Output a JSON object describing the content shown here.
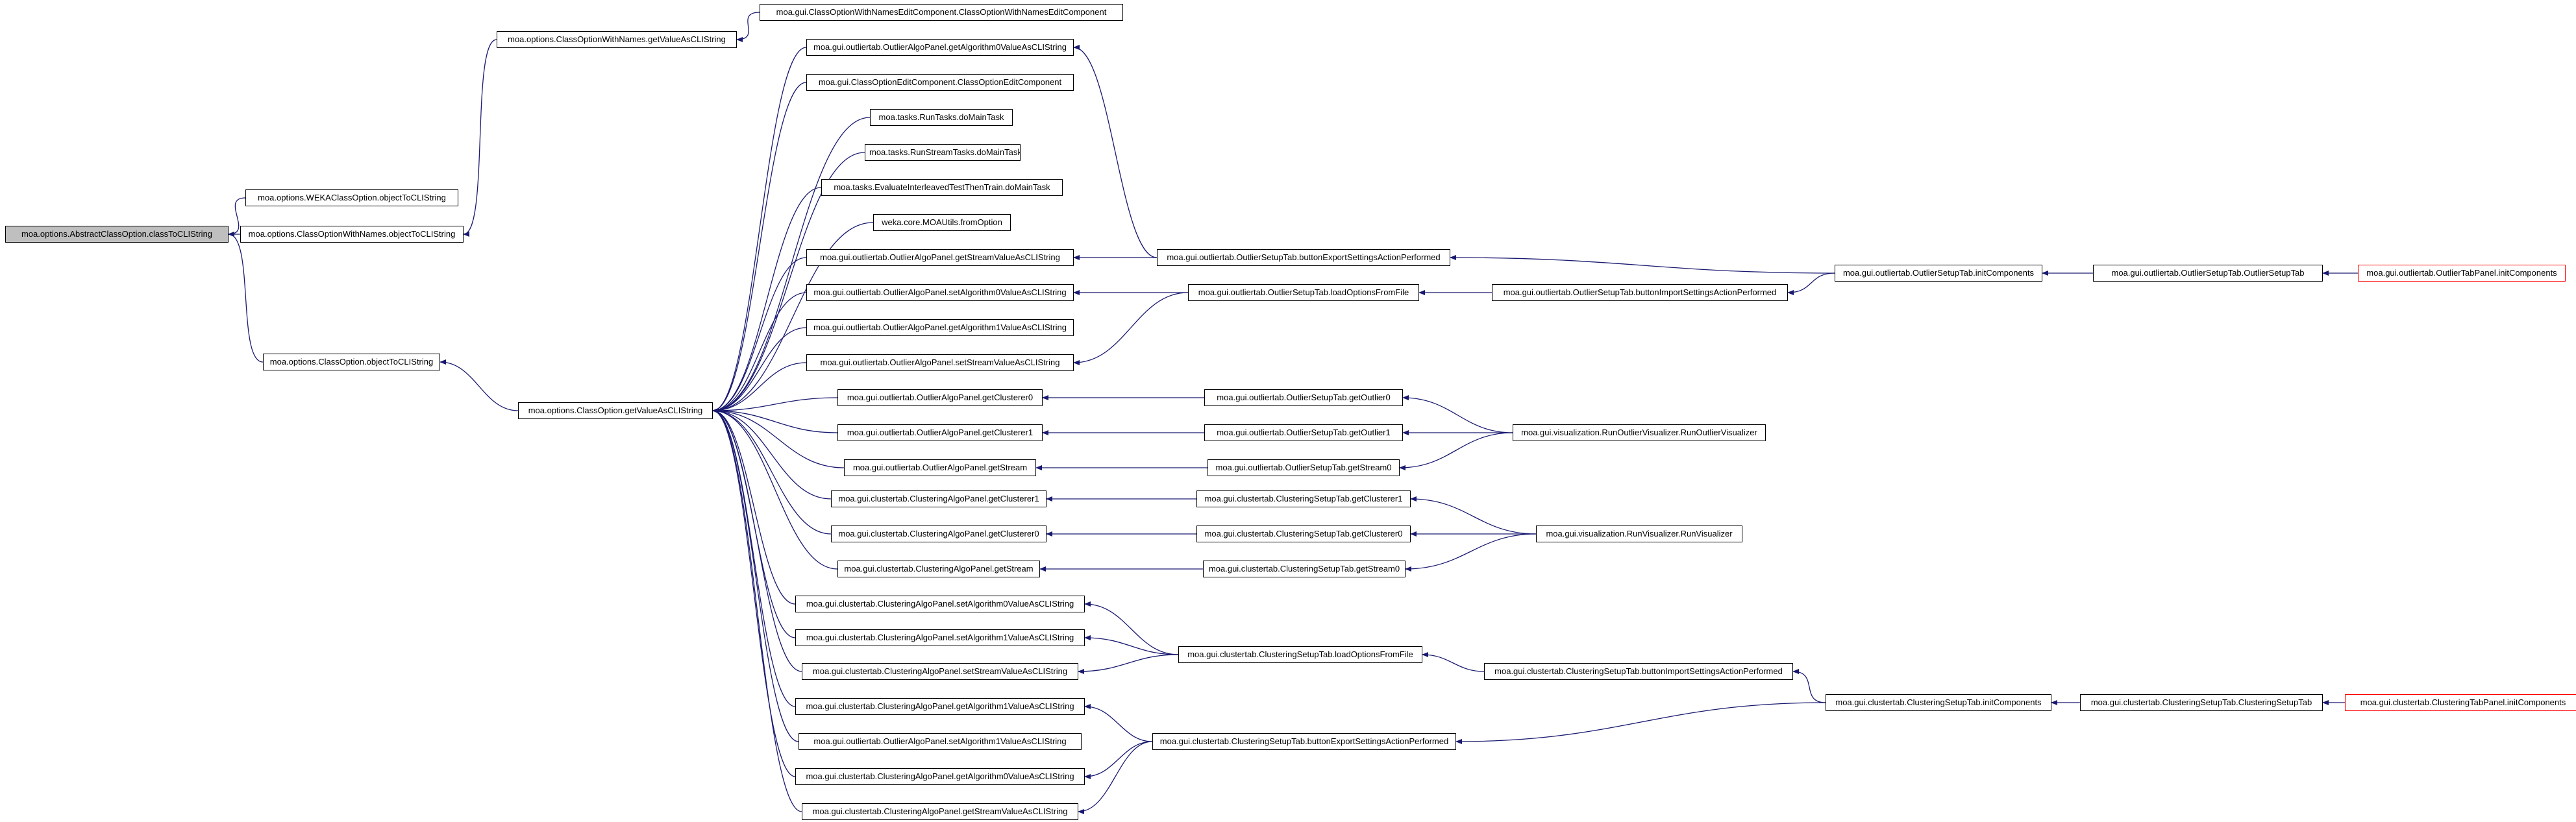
{
  "graph": {
    "edge_color": "#191970",
    "root_fill": "#bfbfbf",
    "truncated_border": "#ff0000",
    "nodes": {
      "root": "moa.options.AbstractClassOption.classToCLIString",
      "weka_objToCLI": "moa.options.WEKAClassOption.objectToCLIString",
      "cown_objToCLI": "moa.options.ClassOptionWithNames.objectToCLIString",
      "co_objToCLI": "moa.options.ClassOption.objectToCLIString",
      "cown_getValue": "moa.options.ClassOptionWithNames.getValueAsCLIString",
      "co_getValue": "moa.options.ClassOption.getValueAsCLIString",
      "cowned_ctor": "moa.gui.ClassOptionWithNamesEditComponent.ClassOptionWithNamesEditComponent",
      "oap_getAlg0": "moa.gui.outliertab.OutlierAlgoPanel.getAlgorithm0ValueAsCLIString",
      "coe_ctor": "moa.gui.ClassOptionEditComponent.ClassOptionEditComponent",
      "runtasks": "moa.tasks.RunTasks.doMainTask",
      "runstream": "moa.tasks.RunStreamTasks.doMainTask",
      "evalinter": "moa.tasks.EvaluateInterleavedTestThenTrain.doMainTask",
      "weka_fromOption": "weka.core.MOAUtils.fromOption",
      "oap_getStream": "moa.gui.outliertab.OutlierAlgoPanel.getStreamValueAsCLIString",
      "oap_setAlg0": "moa.gui.outliertab.OutlierAlgoPanel.setAlgorithm0ValueAsCLIString",
      "oap_getAlg1": "moa.gui.outliertab.OutlierAlgoPanel.getAlgorithm1ValueAsCLIString",
      "oap_setStream": "moa.gui.outliertab.OutlierAlgoPanel.setStreamValueAsCLIString",
      "oap_getClusterer0": "moa.gui.outliertab.OutlierAlgoPanel.getClusterer0",
      "oap_getClusterer1": "moa.gui.outliertab.OutlierAlgoPanel.getClusterer1",
      "oap_getStreamM": "moa.gui.outliertab.OutlierAlgoPanel.getStream",
      "cap_getClusterer1": "moa.gui.clustertab.ClusteringAlgoPanel.getClusterer1",
      "cap_getClusterer0": "moa.gui.clustertab.ClusteringAlgoPanel.getClusterer0",
      "cap_getStreamM": "moa.gui.clustertab.ClusteringAlgoPanel.getStream",
      "cap_setAlg0": "moa.gui.clustertab.ClusteringAlgoPanel.setAlgorithm0ValueAsCLIString",
      "cap_setAlg1": "moa.gui.clustertab.ClusteringAlgoPanel.setAlgorithm1ValueAsCLIString",
      "cap_setStream": "moa.gui.clustertab.ClusteringAlgoPanel.setStreamValueAsCLIString",
      "cap_getAlg1": "moa.gui.clustertab.ClusteringAlgoPanel.getAlgorithm1ValueAsCLIString",
      "oap_setAlg1": "moa.gui.outliertab.OutlierAlgoPanel.setAlgorithm1ValueAsCLIString",
      "cap_getAlg0": "moa.gui.clustertab.ClusteringAlgoPanel.getAlgorithm0ValueAsCLIString",
      "cap_getStream": "moa.gui.clustertab.ClusteringAlgoPanel.getStreamValueAsCLIString",
      "ost_btnExport": "moa.gui.outliertab.OutlierSetupTab.buttonExportSettingsActionPerformed",
      "ost_loadOptions": "moa.gui.outliertab.OutlierSetupTab.loadOptionsFromFile",
      "ost_getOutlier0": "moa.gui.outliertab.OutlierSetupTab.getOutlier0",
      "ost_getOutlier1": "moa.gui.outliertab.OutlierSetupTab.getOutlier1",
      "ost_getStream0": "moa.gui.outliertab.OutlierSetupTab.getStream0",
      "cst_getClusterer1": "moa.gui.clustertab.ClusteringSetupTab.getClusterer1",
      "cst_getClusterer0": "moa.gui.clustertab.ClusteringSetupTab.getClusterer0",
      "cst_getStream0": "moa.gui.clustertab.ClusteringSetupTab.getStream0",
      "cst_loadOptions": "moa.gui.clustertab.ClusteringSetupTab.loadOptionsFromFile",
      "cst_btnExport": "moa.gui.clustertab.ClusteringSetupTab.buttonExportSettingsActionPerformed",
      "ost_btnImport": "moa.gui.outliertab.OutlierSetupTab.buttonImportSettingsActionPerformed",
      "rov_ctor": "moa.gui.visualization.RunOutlierVisualizer.RunOutlierVisualizer",
      "rv_ctor": "moa.gui.visualization.RunVisualizer.RunVisualizer",
      "cst_btnImport": "moa.gui.clustertab.ClusteringSetupTab.buttonImportSettingsActionPerformed",
      "ost_initComponents": "moa.gui.outliertab.OutlierSetupTab.initComponents",
      "cst_initComponents": "moa.gui.clustertab.ClusteringSetupTab.initComponents",
      "ost_ctor": "moa.gui.outliertab.OutlierSetupTab.OutlierSetupTab",
      "cst_ctor": "moa.gui.clustertab.ClusteringSetupTab.ClusteringSetupTab",
      "otp_initComponents": "moa.gui.outliertab.OutlierTabPanel.initComponents",
      "ctp_initComponents": "moa.gui.clustertab.ClusteringTabPanel.initComponents"
    }
  }
}
